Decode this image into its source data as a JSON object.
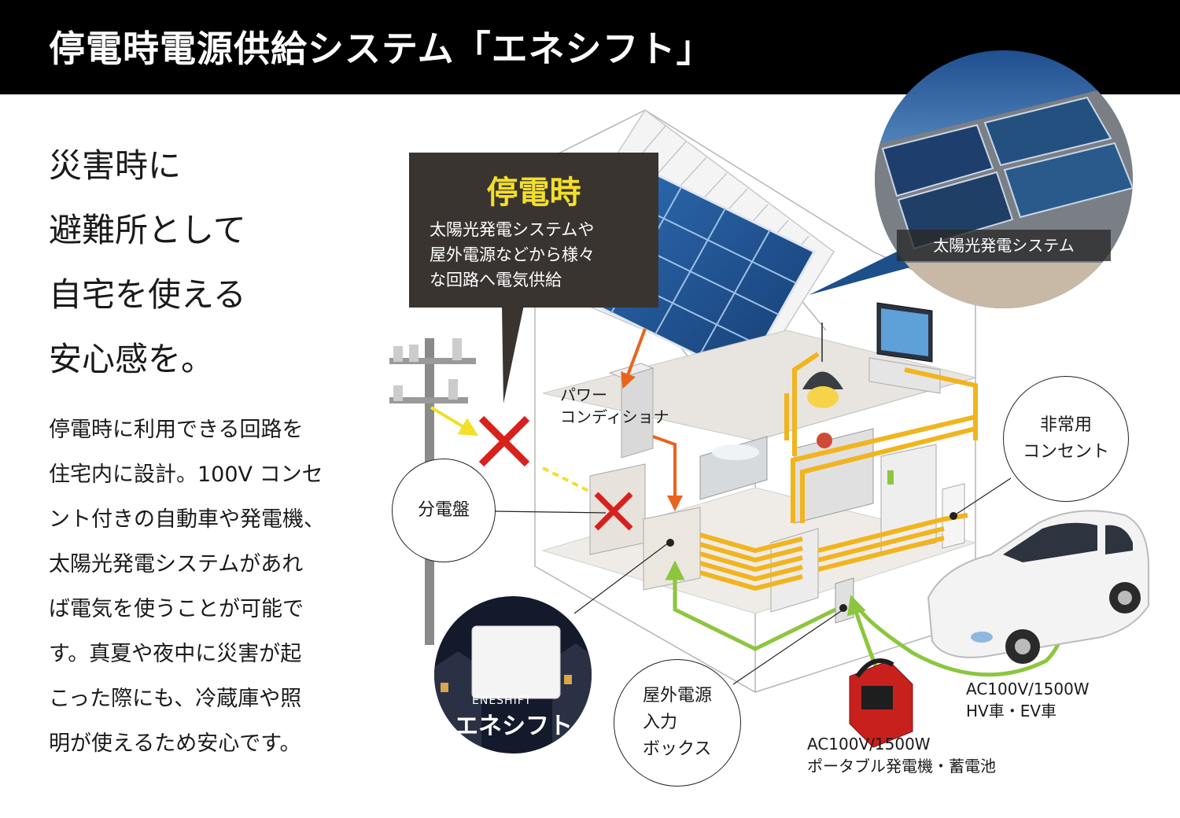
{
  "header": {
    "title": "停電時電源供給システム「エネシフト」"
  },
  "headline": [
    "災害時に",
    "避難所として",
    "自宅を使える",
    "安心感を。"
  ],
  "body_lines": [
    "停電時に利用できる回路を",
    "住宅内に設計。100V コンセ",
    "ント付きの自動車や発電機、",
    "太陽光発電システムがあれ",
    "ば電気を使うことが可能で",
    "す。真夏や夜中に災害が起",
    "こった際にも、冷蔵庫や照",
    "明が使えるため安心です。"
  ],
  "callout": {
    "title": "停電時",
    "lines": [
      "太陽光発電システムや",
      "屋外電源などから様々",
      "な回路へ電気供給"
    ]
  },
  "solar_photo_caption": "太陽光発電システム",
  "labels": {
    "power_conditioner": [
      "パワー",
      "コンディショナ"
    ],
    "distribution_board": "分電盤",
    "emergency_outlet": [
      "非常用",
      "コンセント"
    ],
    "outdoor_input_box": [
      "屋外電源",
      "入力",
      "ボックス"
    ],
    "car_spec": [
      "AC100V/1500W",
      "HV車・EV車"
    ],
    "generator_spec": [
      "AC100V/1500W",
      "ポータブル発電機・蓄電池"
    ]
  },
  "product": {
    "logo": "ENESHIFT",
    "name": "エネシフト"
  },
  "colors": {
    "header_bg": "#000000",
    "callout_bg": "#3a3431",
    "callout_title": "#f3df2a",
    "circuit_yellow": "#f2b41e",
    "outdoor_green": "#8cc63f",
    "solar_orange": "#e8641e",
    "cross_red": "#d9201c",
    "pointer_blue": "#1d4f8a"
  }
}
